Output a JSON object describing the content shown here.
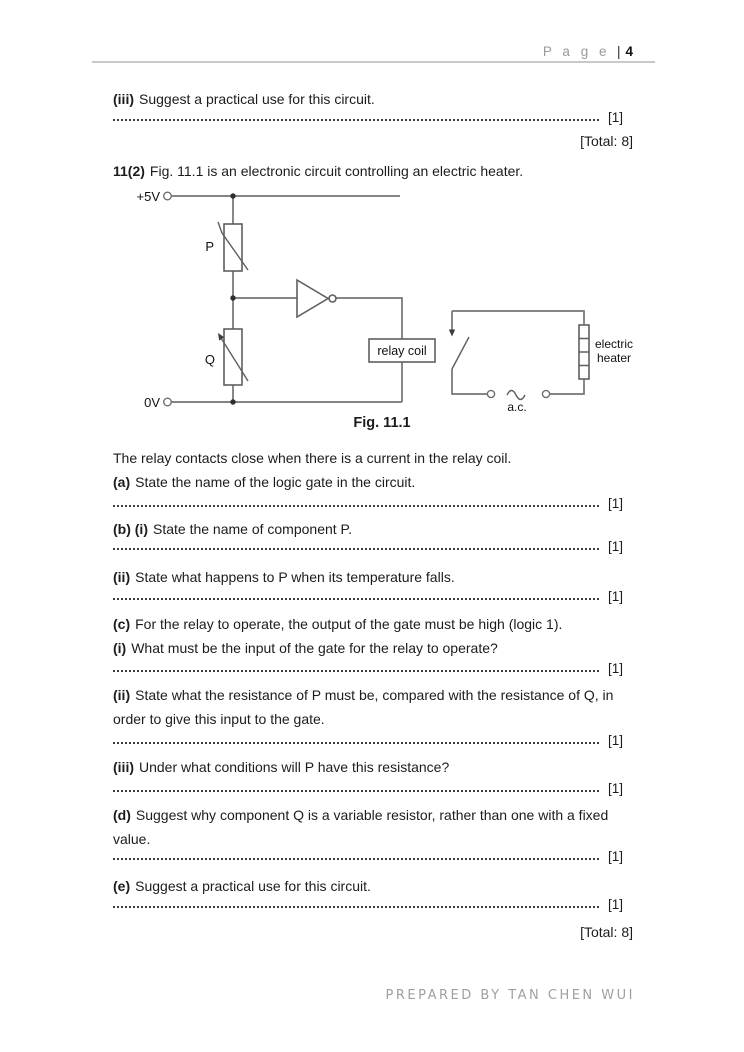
{
  "colors": {
    "wire": "#747474",
    "text": "#1c1c1c",
    "muted_gray": "#9a9a9a",
    "rule_gray": "#c9c9c9"
  },
  "header": {
    "page_word": "P a g e",
    "separator": "|",
    "page_number": "4"
  },
  "prev_question": {
    "part_label": "(iii)",
    "part_text": "Suggest a practical use for this circuit.",
    "mark": "[1]",
    "total": "[Total: 8]"
  },
  "question": {
    "number": "11(2)",
    "intro": "Fig. 11.1 is an electronic circuit controlling an electric heater.",
    "statement": "The relay contacts close when there is a current in the relay coil.",
    "total": "[Total: 8]",
    "parts": [
      {
        "label": "(a)",
        "text": "State the name of the logic gate in the circuit.",
        "mark": "[1]"
      },
      {
        "label": "(b) (i)",
        "text": "State the name of component P.",
        "mark": "[1]"
      },
      {
        "label": "(ii)",
        "text": "State what happens to P when its temperature falls.",
        "mark": "[1]"
      },
      {
        "label": "(c)",
        "text": "For the relay to operate, the output of the gate must be high (logic 1)."
      },
      {
        "label": "(i)",
        "text": "What must be the input of the gate for the relay to operate?",
        "mark": "[1]"
      },
      {
        "label": "(ii)",
        "text": "State what the resistance of P must be, compared with the resistance of Q, in",
        "text_cont": "order to give this input to the gate.",
        "mark": "[1]"
      },
      {
        "label": "(iii)",
        "text": "Under what conditions will P have this resistance?",
        "mark": "[1]"
      },
      {
        "label": "(d)",
        "text": "Suggest why component Q is a variable resistor, rather than one with a fixed",
        "text_cont": "value.",
        "mark": "[1]"
      },
      {
        "label": "(e)",
        "text": "Suggest a practical use for this circuit.",
        "mark": "[1]"
      }
    ]
  },
  "figure": {
    "caption": "Fig. 11.1",
    "labels": {
      "supply_positive": "+5V",
      "supply_zero": "0V",
      "component_p": "P",
      "component_q": "Q",
      "relay_coil": "relay coil",
      "heater_line1": "electric",
      "heater_line2": "heater",
      "ac": "a.c."
    }
  },
  "footer": {
    "credit": "PREPARED BY TAN CHEN WUI"
  }
}
